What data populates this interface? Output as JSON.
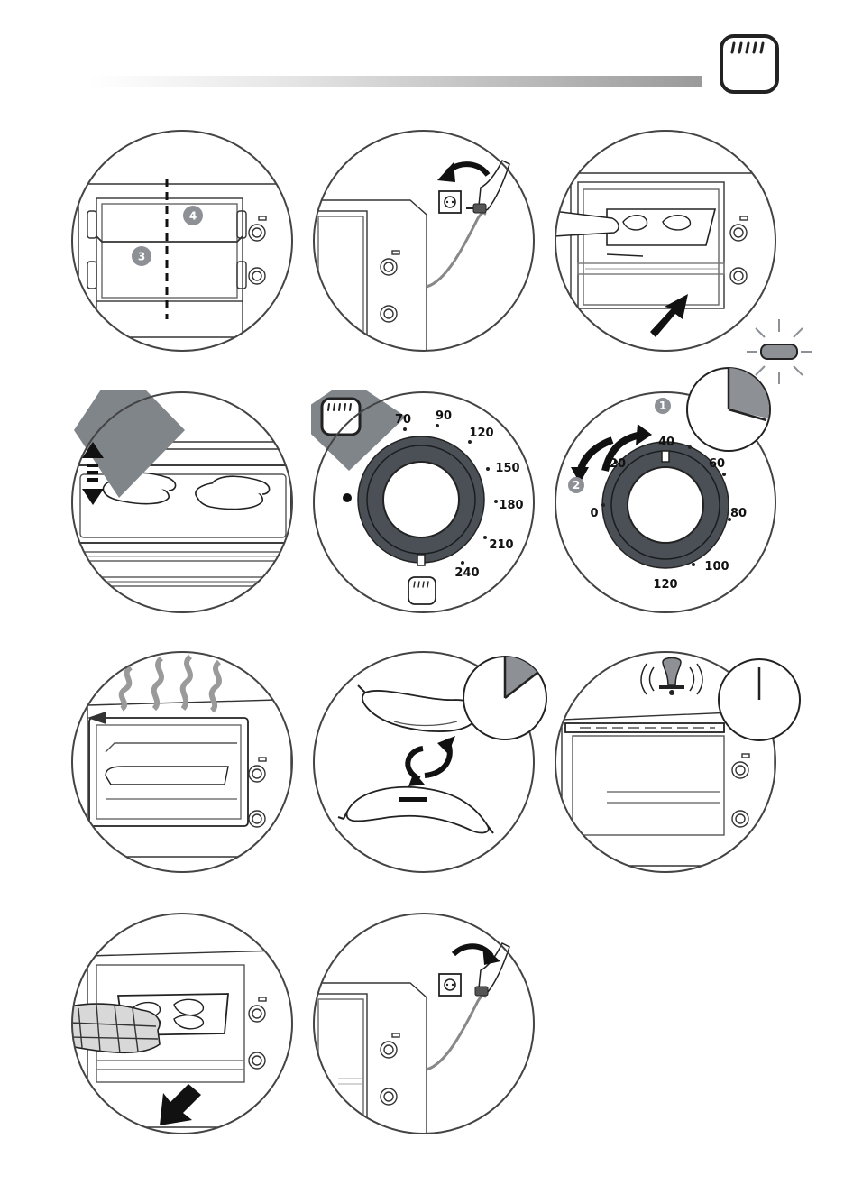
{
  "temperature_dial": {
    "labels": [
      "70",
      "90",
      "120",
      "150",
      "180",
      "210",
      "240"
    ]
  },
  "timer_dial": {
    "labels": [
      "0",
      "20",
      "40",
      "60",
      "80",
      "100",
      "120"
    ]
  },
  "step_badges": {
    "shelf_low": "3",
    "shelf_high": "4",
    "timer_first": "1",
    "timer_second": "2"
  },
  "colors": {
    "dial_ring": "#4a5055",
    "badge": "#8d9196",
    "grey_corner": "#80858a",
    "line": "#333333"
  }
}
